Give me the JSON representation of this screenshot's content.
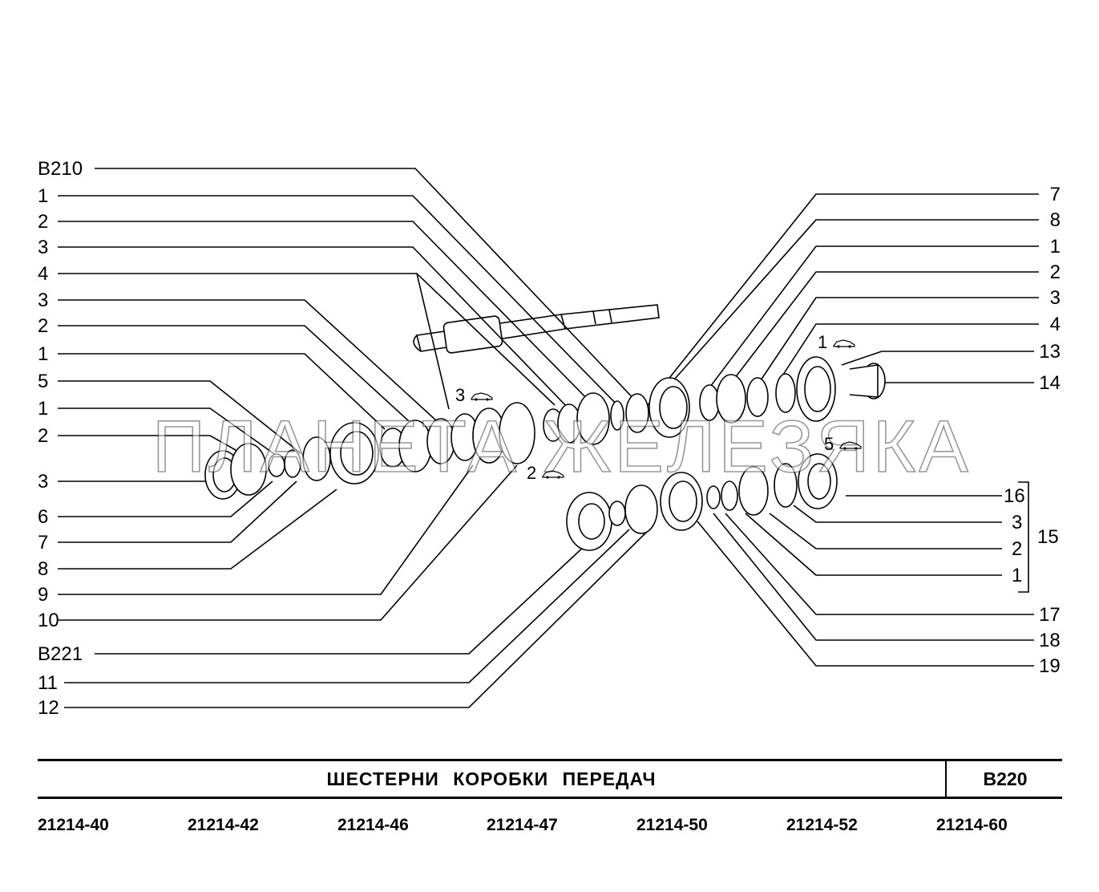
{
  "left_callouts": [
    "B210",
    "1",
    "2",
    "3",
    "4",
    "3",
    "2",
    "1",
    "5",
    "1",
    "2",
    "3",
    "6",
    "7",
    "8",
    "9",
    "10",
    "B221",
    "11",
    "12"
  ],
  "right_callouts": [
    "7",
    "8",
    "1",
    "2",
    "3",
    "4",
    "13",
    "14"
  ],
  "right_lower_callouts": [
    "16",
    "3",
    "2",
    "1",
    "17",
    "18",
    "19"
  ],
  "group_label": "15",
  "notes": [
    {
      "num": "3",
      "icon": "car-icon"
    },
    {
      "num": "2",
      "icon": "car-icon"
    },
    {
      "num": "1",
      "icon": "car-icon"
    },
    {
      "num": "5",
      "icon": "car-icon"
    }
  ],
  "watermark": "ПЛАНЕТА ЖЕЛЕЗЯКА",
  "title": "ШЕСТЕРНИ КОРОБКИ ПЕРЕДАЧ",
  "code": "B220",
  "models": [
    "21214-40",
    "21214-42",
    "21214-46",
    "21214-47",
    "21214-50",
    "21214-52",
    "21214-60"
  ],
  "colors": {
    "line": "#000000",
    "background": "#ffffff"
  }
}
